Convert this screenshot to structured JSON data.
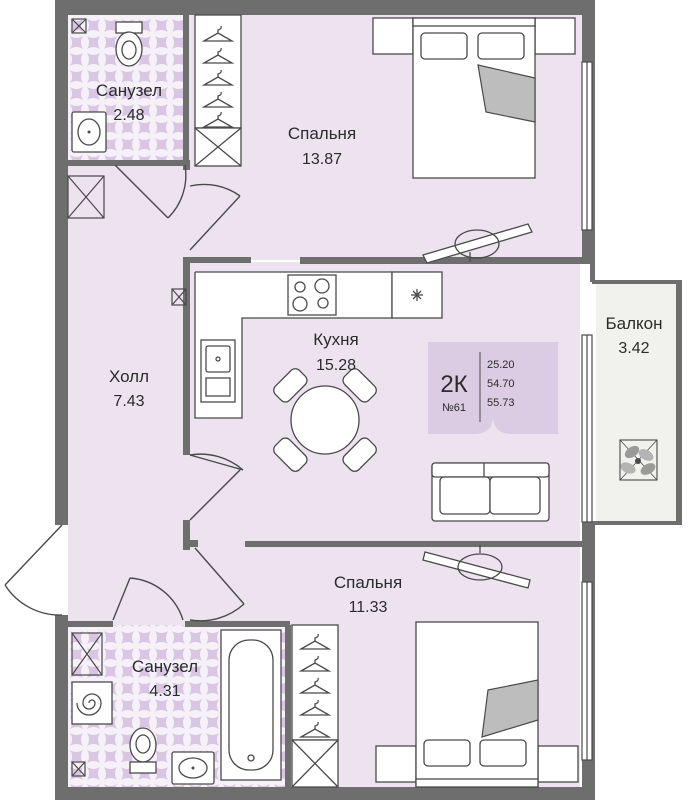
{
  "colors": {
    "room_fill": "#ece3ef",
    "wall": "#6e6e6e",
    "balcony_fill": "#e6ece3",
    "tile_pattern": "#d8c7e0",
    "furniture_stroke": "#4a4a4a"
  },
  "rooms": {
    "bathroom_top": {
      "name": "Санузел",
      "area": "2.48"
    },
    "bedroom_top": {
      "name": "Спальня",
      "area": "13.87"
    },
    "hall": {
      "name": "Холл",
      "area": "7.43"
    },
    "kitchen": {
      "name": "Кухня",
      "area": "15.28"
    },
    "balcony": {
      "name": "Балкон",
      "area": "3.42"
    },
    "bedroom_bottom": {
      "name": "Спальня",
      "area": "11.33"
    },
    "bathroom_bottom": {
      "name": "Санузел",
      "area": "4.31"
    }
  },
  "badge": {
    "type": "2К",
    "number": "№61",
    "areas": [
      "25.20",
      "54.70",
      "55.73"
    ]
  },
  "icons": [
    "hanger-icon",
    "toilet-icon",
    "sink-icon",
    "bathtub-icon",
    "bed-icon",
    "sofa-icon",
    "table-icon",
    "chair-icon",
    "stove-icon",
    "plant-icon",
    "fan-icon",
    "shaft-icon",
    "washing-machine-icon"
  ]
}
